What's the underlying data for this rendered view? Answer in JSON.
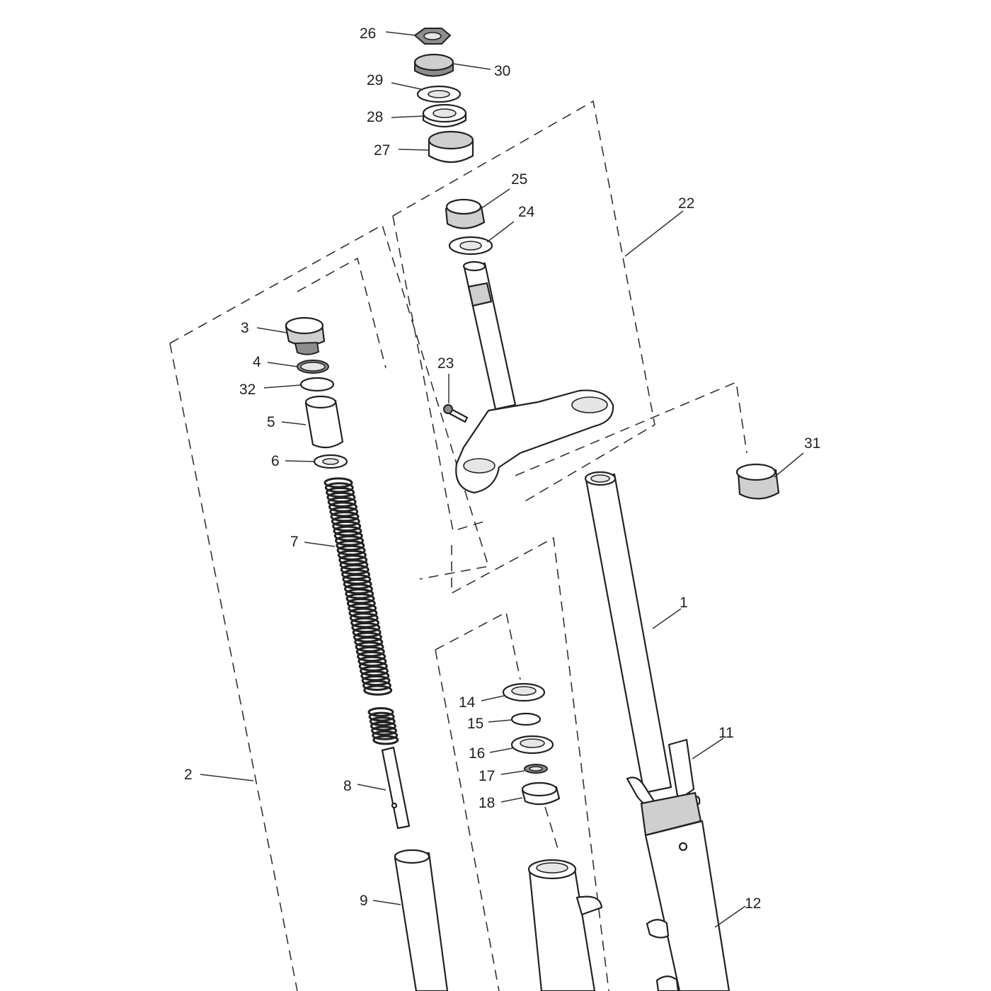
{
  "diagram": {
    "callouts": [
      {
        "id": "1",
        "text": "1"
      },
      {
        "id": "2",
        "text": "2"
      },
      {
        "id": "3",
        "text": "3"
      },
      {
        "id": "4",
        "text": "4"
      },
      {
        "id": "5",
        "text": "5"
      },
      {
        "id": "6",
        "text": "6"
      },
      {
        "id": "7",
        "text": "7"
      },
      {
        "id": "8",
        "text": "8"
      },
      {
        "id": "9",
        "text": "9"
      },
      {
        "id": "11",
        "text": "11"
      },
      {
        "id": "12",
        "text": "12"
      },
      {
        "id": "14",
        "text": "14"
      },
      {
        "id": "15",
        "text": "15"
      },
      {
        "id": "16",
        "text": "16"
      },
      {
        "id": "17",
        "text": "17"
      },
      {
        "id": "18",
        "text": "18"
      },
      {
        "id": "22",
        "text": "22"
      },
      {
        "id": "23",
        "text": "23"
      },
      {
        "id": "24",
        "text": "24"
      },
      {
        "id": "25",
        "text": "25"
      },
      {
        "id": "26",
        "text": "26"
      },
      {
        "id": "27",
        "text": "27"
      },
      {
        "id": "28",
        "text": "28"
      },
      {
        "id": "29",
        "text": "29"
      },
      {
        "id": "30",
        "text": "30"
      },
      {
        "id": "31",
        "text": "31"
      },
      {
        "id": "32",
        "text": "32"
      }
    ]
  }
}
